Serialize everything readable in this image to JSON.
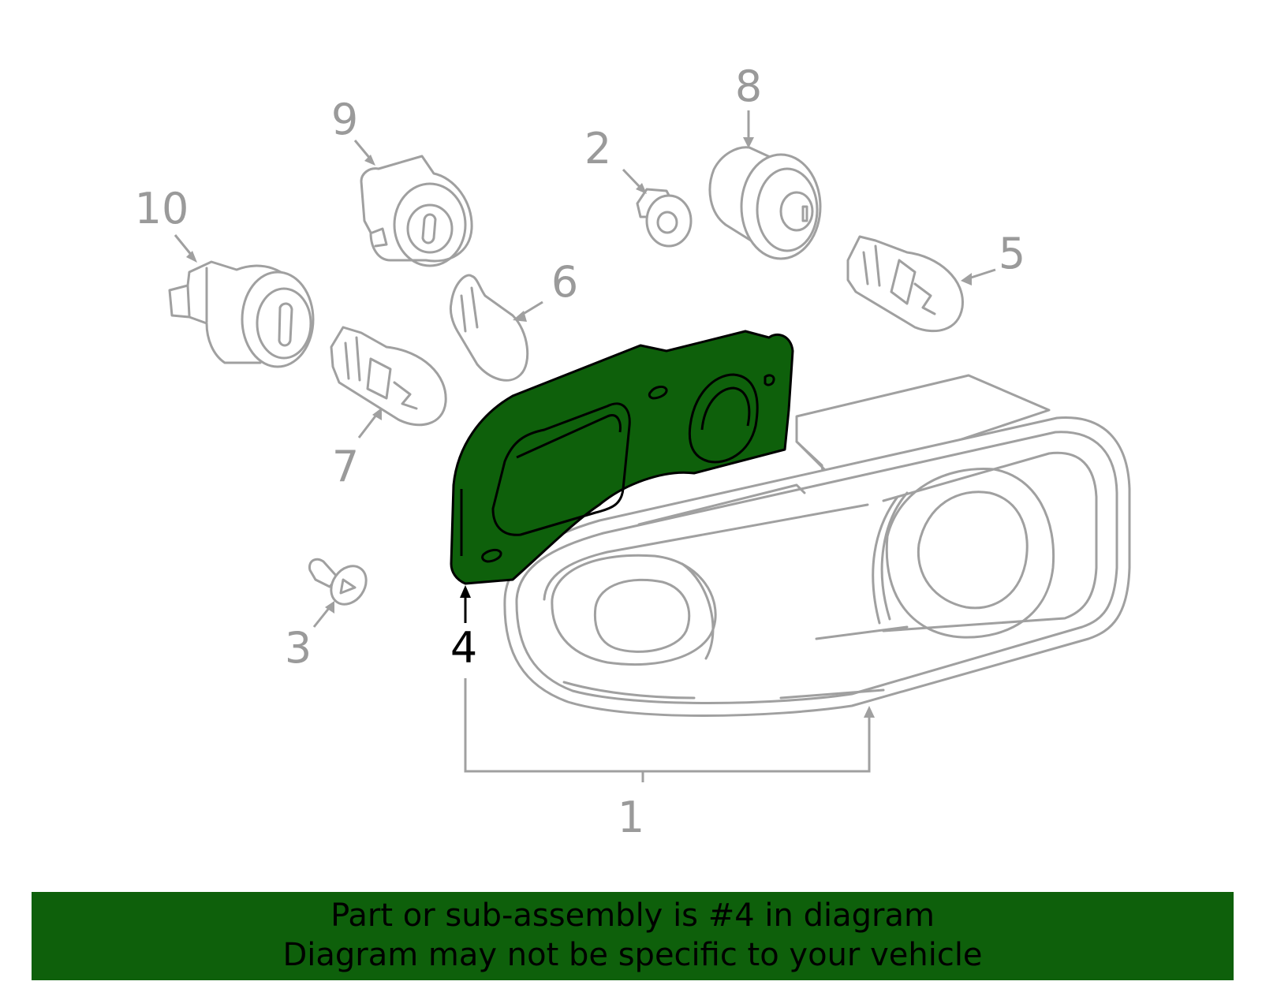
{
  "diagram": {
    "labels": {
      "p1": "1",
      "p2": "2",
      "p3": "3",
      "p4": "4",
      "p5": "5",
      "p6": "6",
      "p7": "7",
      "p8": "8",
      "p9": "9",
      "p10": "10"
    },
    "highlighted_part": "4",
    "colors": {
      "highlight": "#0e600b",
      "line_gray": "#a0a0a0",
      "label_gray": "#9a9a9a"
    }
  },
  "banner": {
    "line1": "Part or sub-assembly is #4 in diagram",
    "line2": "Diagram may not be specific to your vehicle"
  }
}
